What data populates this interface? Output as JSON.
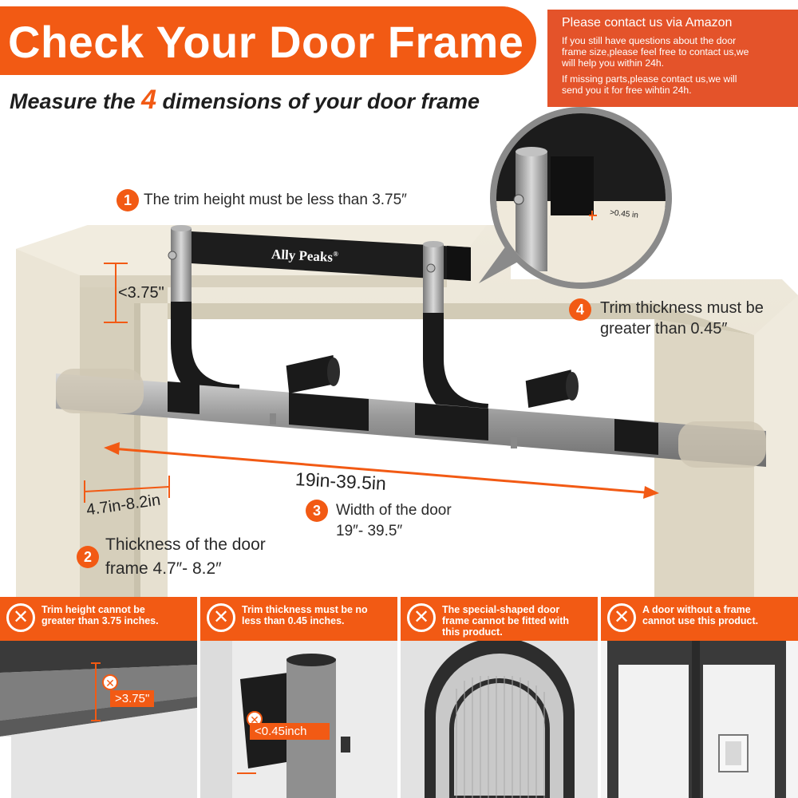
{
  "title": "Check Your Door Frame",
  "subtitle": {
    "before": "Measure the ",
    "number": "4",
    "after": " dimensions of  your door frame"
  },
  "contact": {
    "heading": "Please contact us via Amazon",
    "lines1": [
      "If you still have questions about the door",
      "frame size,please feel free to contact us,we",
      "will help you within 24h."
    ],
    "lines2": [
      "If missing parts,please contact us,we will",
      "send you it for free wihtin 24h."
    ]
  },
  "brand": "Ally Peaks",
  "registered_mark": "®",
  "callouts": {
    "one": {
      "num": "1",
      "text": "The trim height must be less than 3.75″"
    },
    "two": {
      "num": "2",
      "line1": "Thickness of the door",
      "line2": "frame 4.7″- 8.2″"
    },
    "three": {
      "num": "3",
      "line1": "Width of the door",
      "line2": "19″- 39.5″"
    },
    "four": {
      "num": "4",
      "line1": "Trim thickness must be",
      "line2": "greater than 0.45″"
    }
  },
  "dimensions": {
    "trim_height": "<3.75\"",
    "width": "19in-39.5in",
    "thickness": "4.7in-8.2in",
    "zoom_thickness": ">0.45 in"
  },
  "panels": [
    {
      "icon": "✕",
      "line1": "Trim height cannot be",
      "line2": "greater than 3.75 inches.",
      "line3": "",
      "tag": ">3.75\""
    },
    {
      "icon": "✕",
      "line1": "Trim thickness must be no",
      "line2": "less than 0.45 inches.",
      "line3": "",
      "tag": "<0.45inch"
    },
    {
      "icon": "✕",
      "line1": "The special-shaped door",
      "line2": "frame cannot be fitted with",
      "line3": "this product.",
      "tag": ""
    },
    {
      "icon": "✕",
      "line1": "A door without a frame",
      "line2": "cannot use this product.",
      "line3": "",
      "tag": ""
    }
  ],
  "colors": {
    "accent": "#f25a14",
    "contact_bg": "#e4532a",
    "frame": "#e8e2d2"
  }
}
